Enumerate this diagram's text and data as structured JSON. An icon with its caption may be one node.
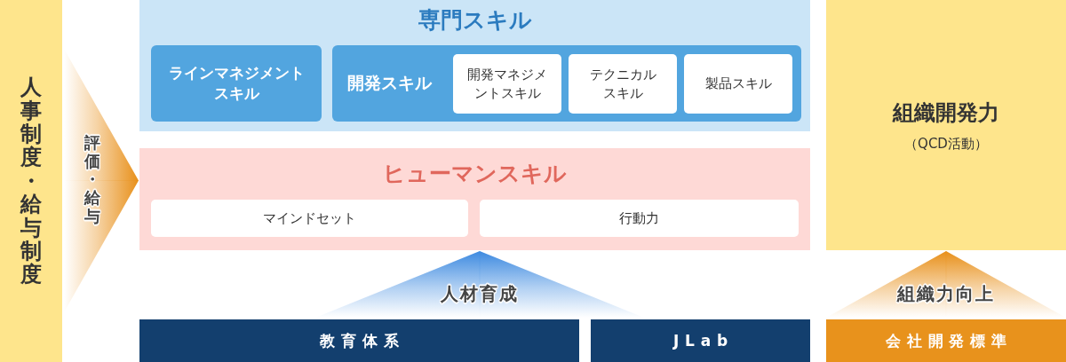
{
  "diagram": {
    "nodes": [
      {
        "text": [
          "人事制度・給与制度"
        ]
      },
      {
        "text": [
          "専門スキル"
        ]
      },
      {
        "text": [
          "ラインマネジメントスキル"
        ],
        "in": 1
      },
      {
        "text": [
          "開発スキル"
        ],
        "in": 1
      },
      {
        "text": [
          "開発マネジメントスキル"
        ],
        "in": 3
      },
      {
        "text": [
          "テクニカルスキル"
        ],
        "in": 3
      },
      {
        "text": [
          "製品スキル"
        ],
        "in": 3
      },
      {
        "text": [
          "ヒューマンスキル"
        ]
      },
      {
        "text": [
          "マインドセット"
        ],
        "in": 7
      },
      {
        "text": [
          "行動力"
        ],
        "in": 7
      },
      {
        "text": [
          "組織開発力",
          "（QCD活動）"
        ]
      },
      {
        "text": [
          "教育体系"
        ]
      },
      {
        "text": [
          "JLab"
        ]
      },
      {
        "text": [
          "会社開発標準"
        ]
      }
    ],
    "edges": [
      {
        "from": 0,
        "to": 7,
        "arrow": "to",
        "label": "評価・給与"
      },
      {
        "from": 11,
        "to": 7,
        "arrow": "to",
        "label": "人材育成",
        "color": "#3d8ae0"
      },
      {
        "from": 12,
        "to": 7,
        "arrow": "to",
        "color": "#3d8ae0"
      },
      {
        "from": 13,
        "to": 10,
        "arrow": "to",
        "label": "組織力向上"
      }
    ]
  }
}
